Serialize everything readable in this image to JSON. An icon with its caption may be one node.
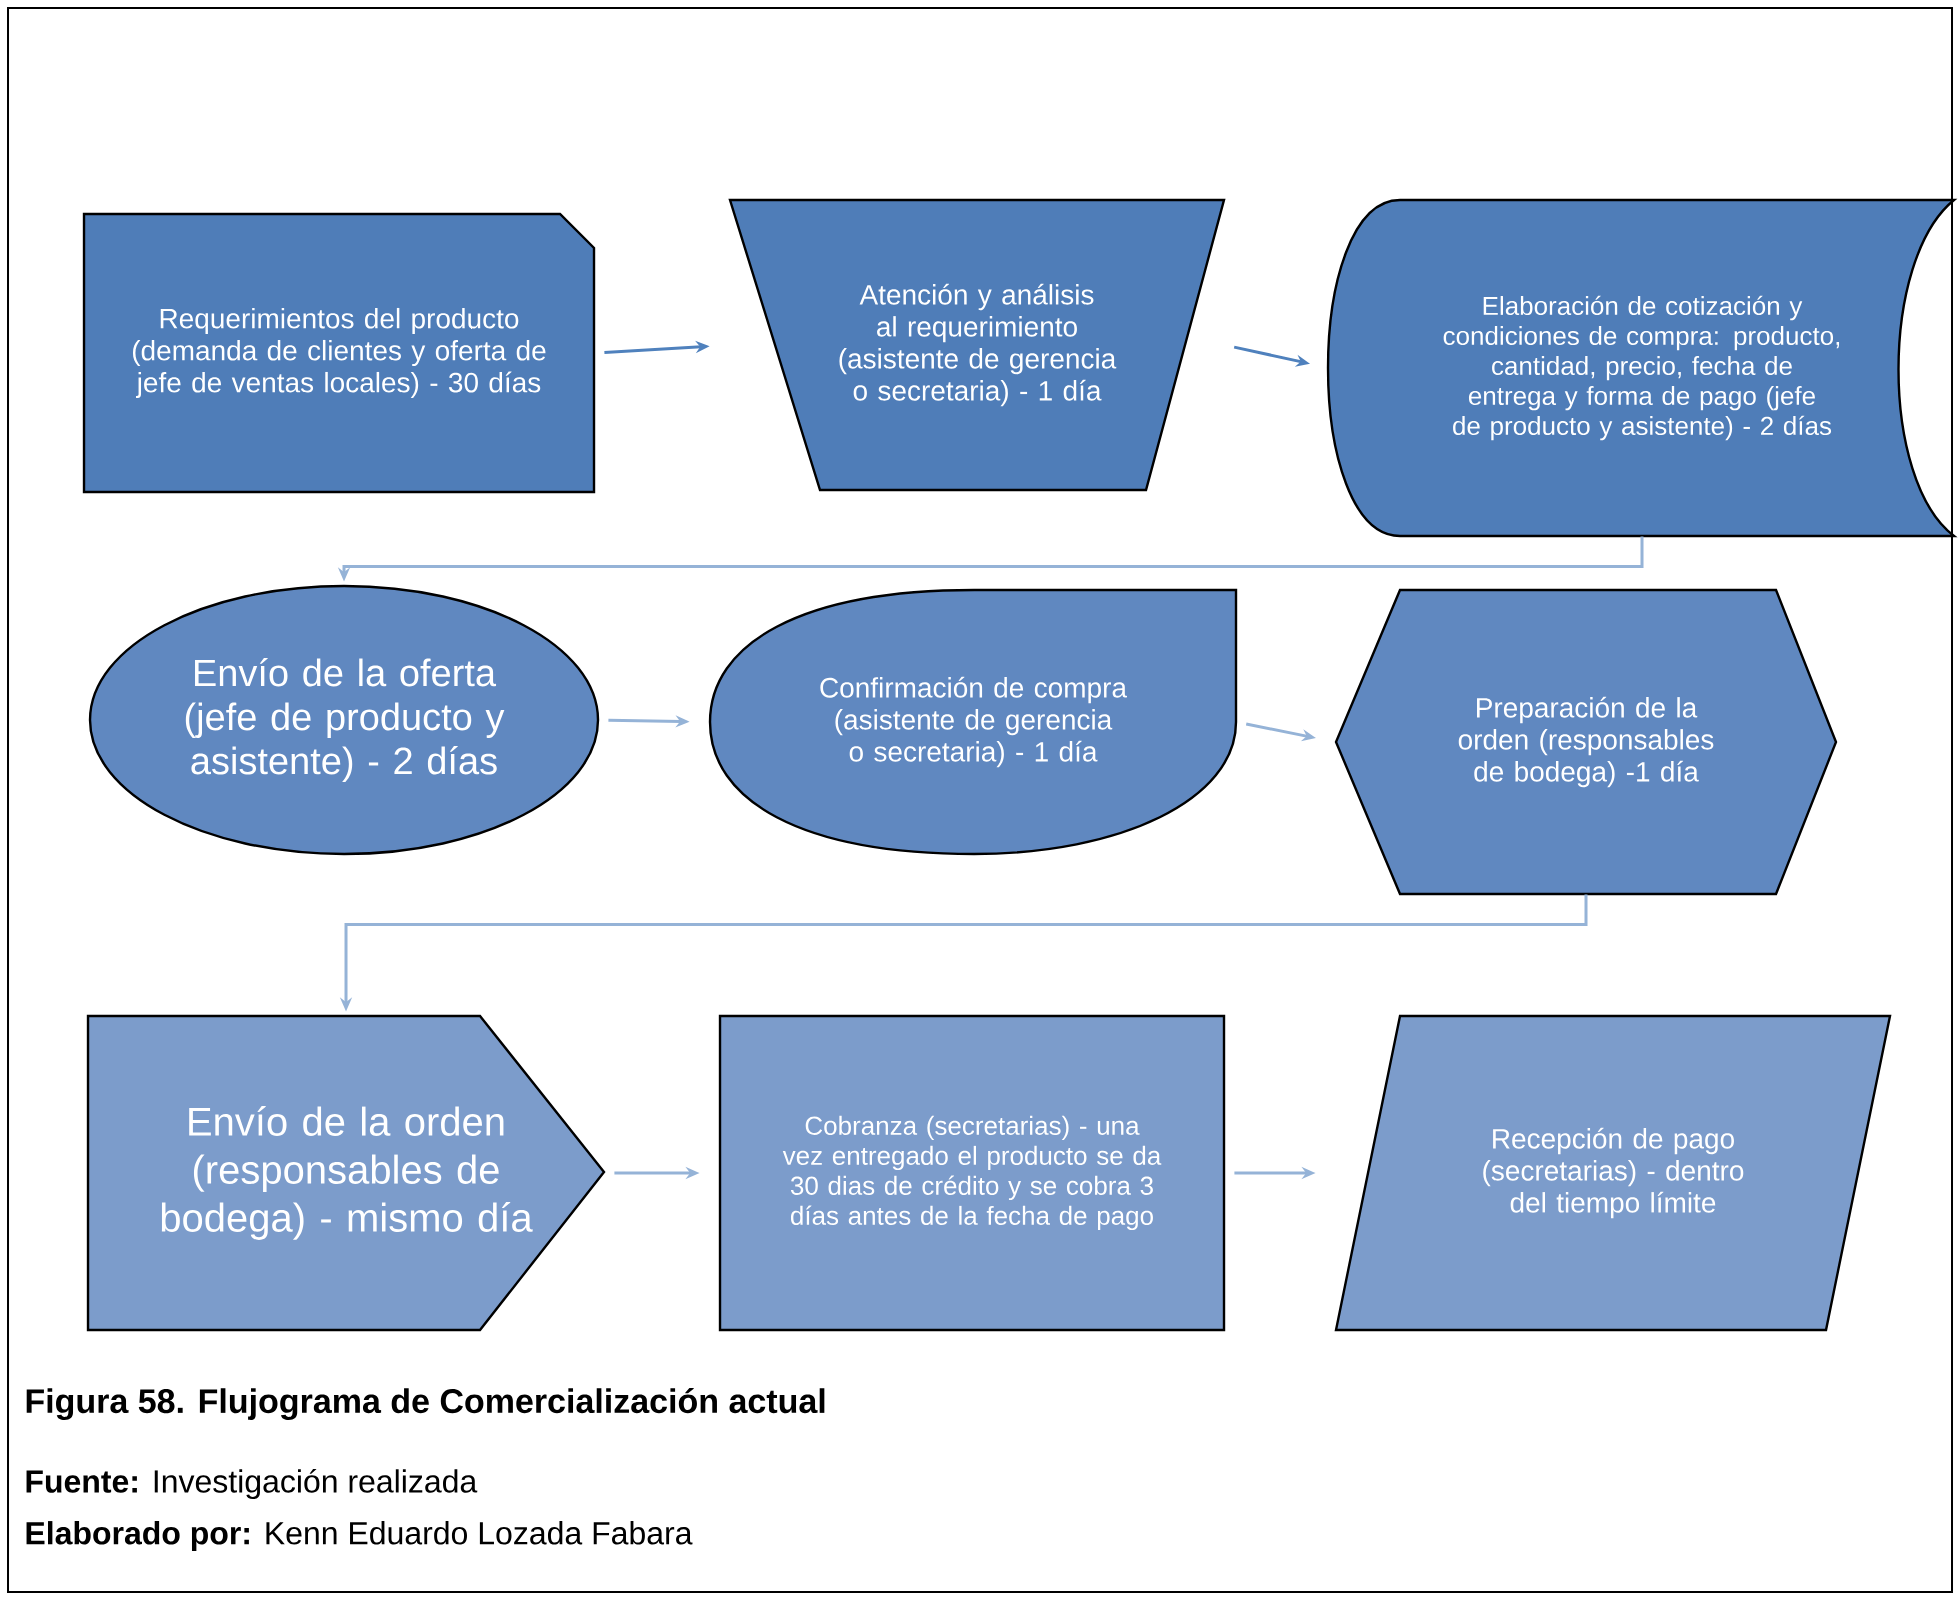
{
  "diagram": {
    "caption": "Figura 58.  Flujograma de Comercialización actual",
    "nodes": [
      {
        "text": [
          "Requerimientos del producto (demanda de clientes y oferta de jefe de ventas locales) - 30 días"
        ]
      },
      {
        "text": [
          "Atención y análisis al requerimiento (asistente de gerencia o secretaria) - 1 día"
        ]
      },
      {
        "text": [
          "Elaboración de cotización y condiciones de compra: producto, cantidad, precio, fecha de entrega y forma de pago (jefe de producto y asistente) - 2 días"
        ]
      },
      {
        "text": [
          "Envío de la oferta (jefe de producto y asistente) - 2 días"
        ]
      },
      {
        "text": [
          "Confirmación de compra (asistente de gerencia o secretaria) - 1 día"
        ]
      },
      {
        "text": [
          "Preparación de la orden (responsables de bodega) -1 día"
        ]
      },
      {
        "text": [
          "Envío  de la orden (responsables de bodega) - mismo día"
        ]
      },
      {
        "text": [
          "Cobranza (secretarias) - una vez entregado el producto se da 30 dias de crédito y se cobra 3 días antes de la fecha de pago"
        ]
      },
      {
        "text": [
          "Recepción de pago (secretarias) - dentro del tiempo límite"
        ]
      }
    ],
    "edges": [
      {
        "from": 0,
        "to": 1,
        "arrow": "to",
        "color": "#4f81bd"
      },
      {
        "from": 1,
        "to": 2,
        "arrow": "to",
        "color": "#4f81bd"
      },
      {
        "from": 2,
        "to": 3,
        "arrow": "to"
      },
      {
        "from": 3,
        "to": 4,
        "arrow": "to"
      },
      {
        "from": 4,
        "to": 5,
        "arrow": "to"
      },
      {
        "from": 5,
        "to": 6,
        "arrow": "to"
      },
      {
        "from": 6,
        "to": 7,
        "arrow": "to"
      },
      {
        "from": 7,
        "to": 8,
        "arrow": "to"
      }
    ],
    "labels": [
      "**Fuente:** Investigación realizada",
      "**Elaborado por:** Kenn Eduardo Lozada Fabara"
    ]
  }
}
